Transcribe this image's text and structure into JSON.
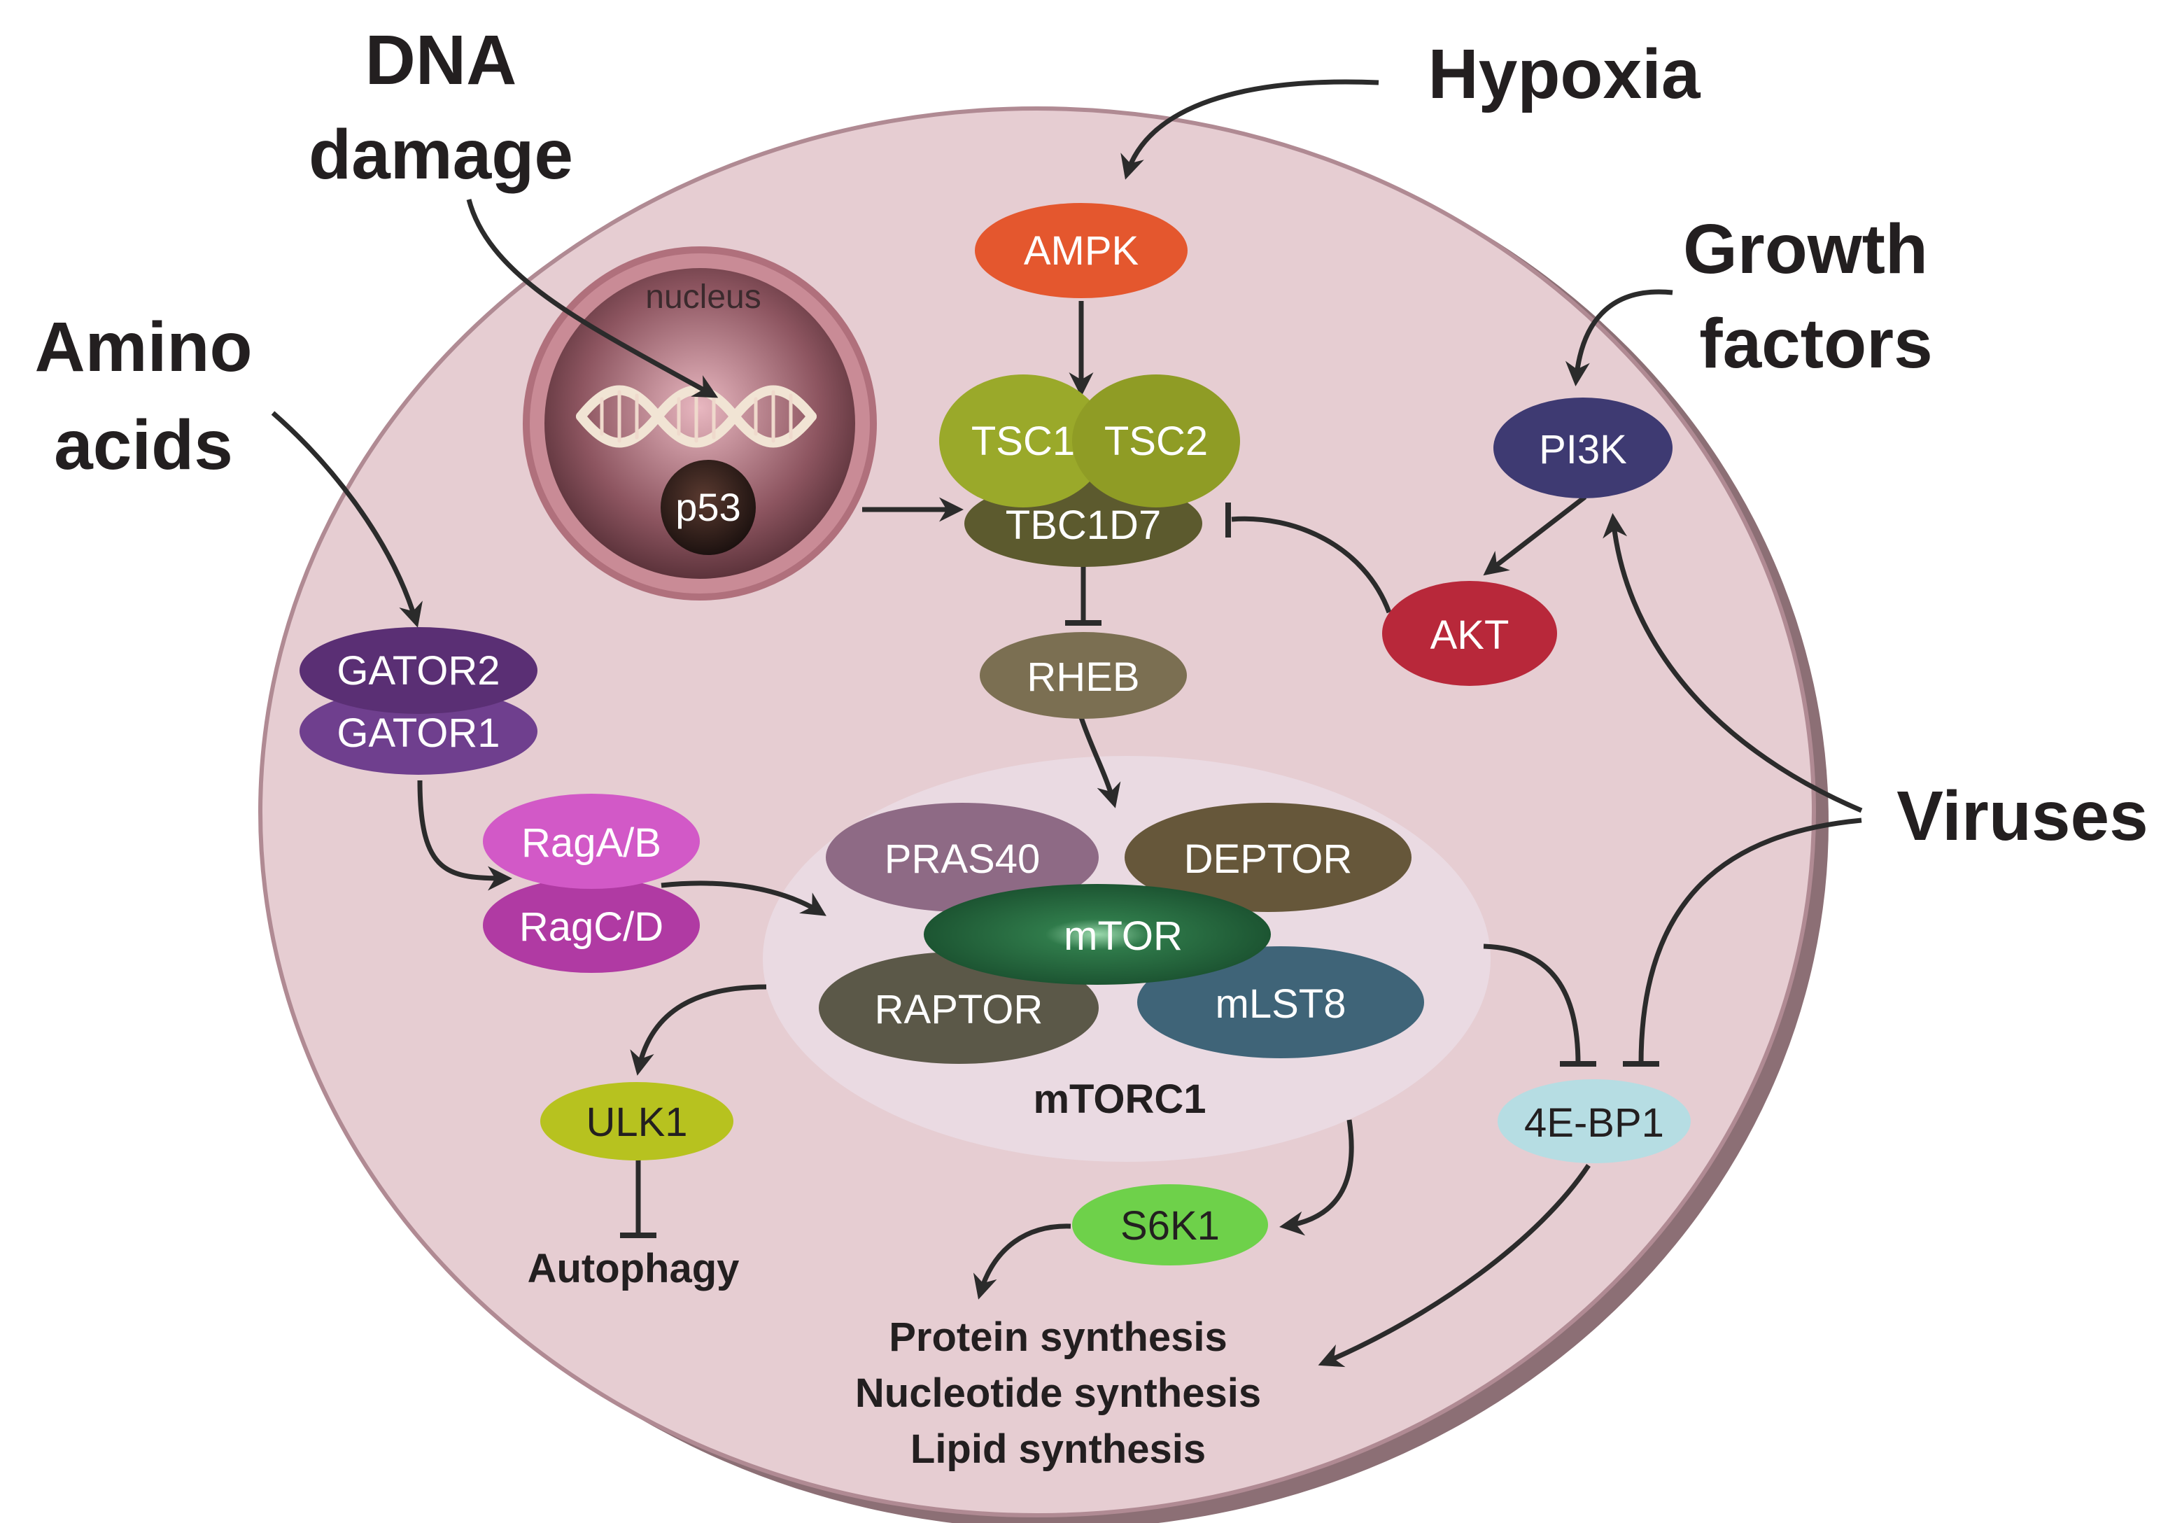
{
  "stimuli": {
    "dna_damage": [
      "DNA",
      "damage"
    ],
    "hypoxia": "Hypoxia",
    "growth_factors": [
      "Growth",
      "factors"
    ],
    "amino_acids": [
      "Amino",
      "acids"
    ],
    "viruses": "Viruses"
  },
  "nucleus": {
    "label": "nucleus",
    "p53": "p53"
  },
  "nodes": {
    "ampk": "AMPK",
    "tsc1": "TSC1",
    "tsc2": "TSC2",
    "tbc1d7": "TBC1D7",
    "rheb": "RHEB",
    "pi3k": "PI3K",
    "akt": "AKT",
    "gator2": "GATOR2",
    "gator1": "GATOR1",
    "raga_b": "RagA/B",
    "ragc_d": "RagC/D",
    "pras40": "PRAS40",
    "deptor": "DEPTOR",
    "mtor": "mTOR",
    "raptor": "RAPTOR",
    "mlst8": "mLST8",
    "ulk1": "ULK1",
    "s6k1": "S6K1",
    "four_ebp1": "4E-BP1"
  },
  "complex_label": "mTORC1",
  "outputs": {
    "autophagy": "Autophagy",
    "protein_synthesis": "Protein synthesis",
    "nucleotide_synthesis": "Nucleotide synthesis",
    "lipid_synthesis": "Lipid synthesis"
  },
  "colors": {
    "cell_fill": "#e6cdd2",
    "cell_edge": "#8c6f75",
    "ampk": "#e4572e",
    "tsc": "#9aa92a",
    "tbc1d7": "#5c5a2e",
    "rheb": "#7b6f52",
    "pi3k": "#3e3a72",
    "akt": "#b8283a",
    "gator": "#6f3f8e",
    "rag_a": "#d259c7",
    "rag_c": "#b03aa3",
    "pras40": "#8e6a85",
    "deptor": "#66573a",
    "mtor": "#1e5a34",
    "raptor": "#5b5848",
    "mlst8": "#3f6478",
    "ulk1": "#b7c21f",
    "s6k1": "#6ed14a",
    "four_ebp1": "#b6dde3"
  }
}
